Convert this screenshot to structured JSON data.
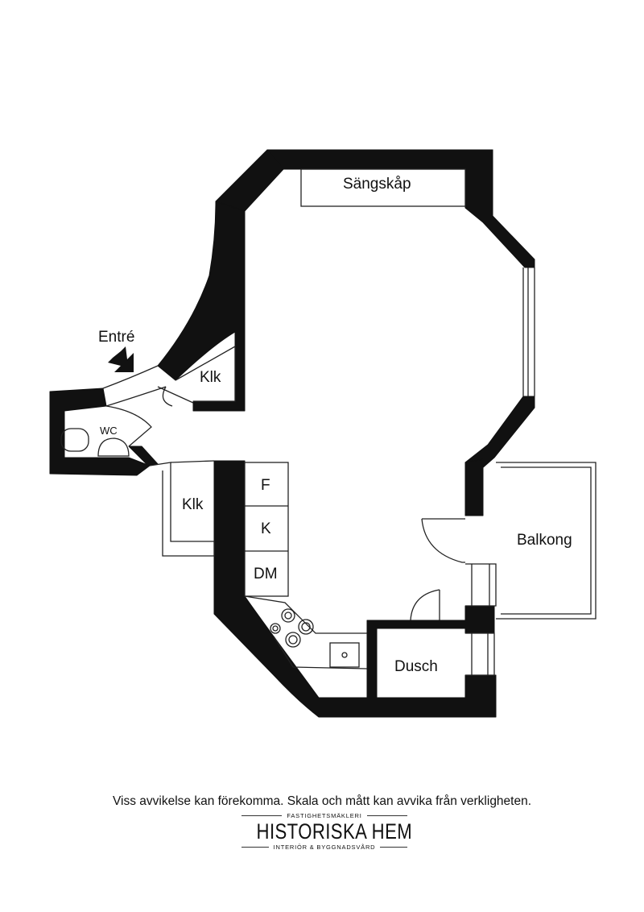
{
  "rooms": {
    "sangskap": "Sängskåp",
    "entre": "Entré",
    "klk_upper": "Klk",
    "wc": "WC",
    "klk_lower": "Klk",
    "fridge": "F",
    "freezer": "K",
    "dishwasher": "DM",
    "balkong": "Balkong",
    "dusch": "Dusch"
  },
  "disclaimer": "Viss avvikelse kan förekomma. Skala och mått kan avvika från verkligheten.",
  "logo": {
    "top_line": "FASTIGHETSMÄKLERI",
    "brand": "HISTORISKA HEM",
    "bottom_line": "INTERIÖR & BYGGNADSVÅRD"
  },
  "colors": {
    "wall": "#111111",
    "line": "#222222",
    "background": "#ffffff"
  }
}
